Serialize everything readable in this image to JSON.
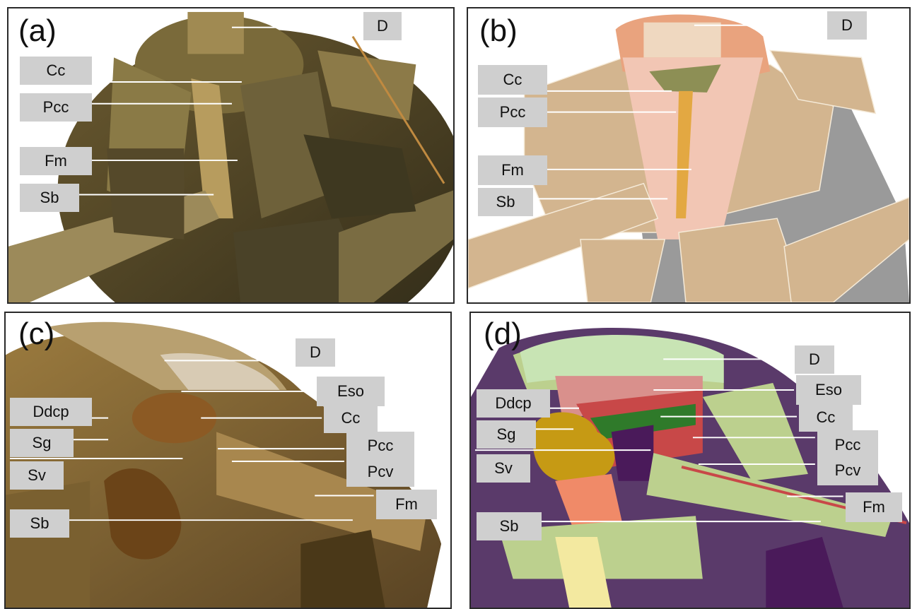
{
  "panels": [
    {
      "letter": "(a)",
      "labels": {
        "D": "D",
        "Cc": "Cc",
        "Pcc": "Pcc",
        "Fm": "Fm",
        "Sb": "Sb"
      }
    },
    {
      "letter": "(b)",
      "labels": {
        "D": "D",
        "Cc": "Cc",
        "Pcc": "Pcc",
        "Fm": "Fm",
        "Sb": "Sb"
      }
    },
    {
      "letter": "(c)",
      "labels": {
        "D": "D",
        "Eso": "Eso",
        "Ddcp": "Ddcp",
        "Cc": "Cc",
        "Sg": "Sg",
        "Pcc": "Pcc",
        "Sv": "Sv",
        "Pcv": "Pcv",
        "Fm": "Fm",
        "Sb": "Sb"
      }
    },
    {
      "letter": "(d)",
      "labels": {
        "D": "D",
        "Eso": "Eso",
        "Ddcp": "Ddcp",
        "Cc": "Cc",
        "Sg": "Sg",
        "Pcc": "Pcc",
        "Sv": "Sv",
        "Pcv": "Pcv",
        "Fm": "Fm",
        "Sb": "Sb"
      }
    }
  ],
  "colors": {
    "label_bg": "#cfcfcf",
    "arrow": "#ffffff",
    "micro_ct_dark": "#3f3a22",
    "micro_ct_light": "#a08a52",
    "tan_tissue": "#d3b58f",
    "gray_body": "#9a9a9a",
    "pink_tissue": "#f2c6b4",
    "orange_cap": "#e9a37e",
    "olive": "#8d8f55",
    "purple": "#5a3a6a",
    "light_green": "#bcd08e",
    "pale_green": "#c8e4b4",
    "rose": "#d9908c",
    "red": "#c84848",
    "dark_green": "#2f7a2a",
    "mustard": "#c69a14",
    "salmon": "#f08a68",
    "dark_purple": "#4a1a5a"
  }
}
